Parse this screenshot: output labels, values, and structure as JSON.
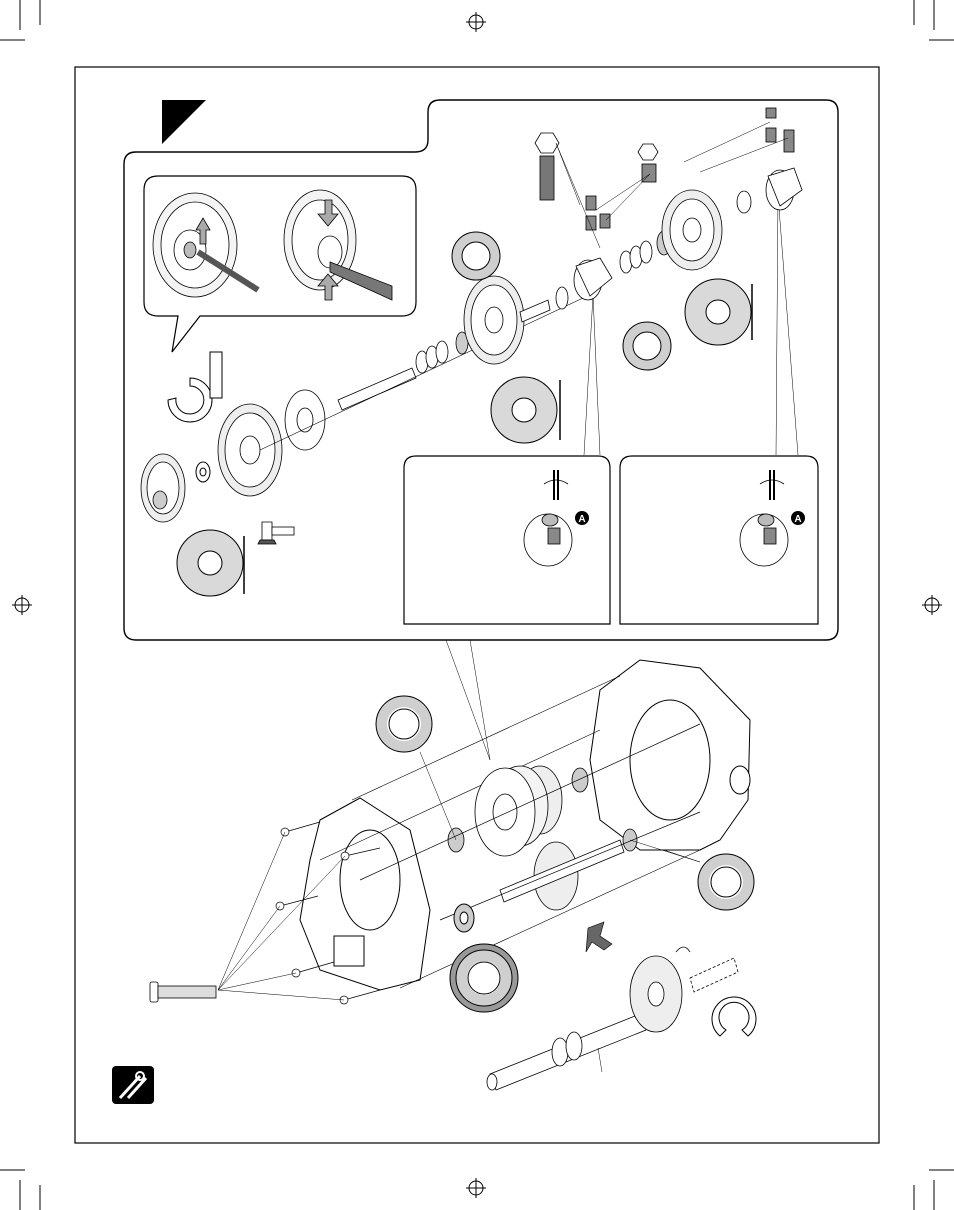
{
  "manual_page": {
    "step_marker": "black-triangle",
    "icons": [
      "registration-mark-icon",
      "wrench-screwdriver-icon",
      "rotate-arrow-icon",
      "step-a-badge-icon",
      "direction-arrow-icon"
    ],
    "colors": {
      "line": "#000000",
      "part_fill": "#ffffff",
      "bearing_gray": "#cfcfcf",
      "washer_gray": "#d9d9d9",
      "dark_part": "#555555"
    }
  },
  "callouts": {
    "step_badge_left": "A",
    "step_badge_right": "A"
  }
}
